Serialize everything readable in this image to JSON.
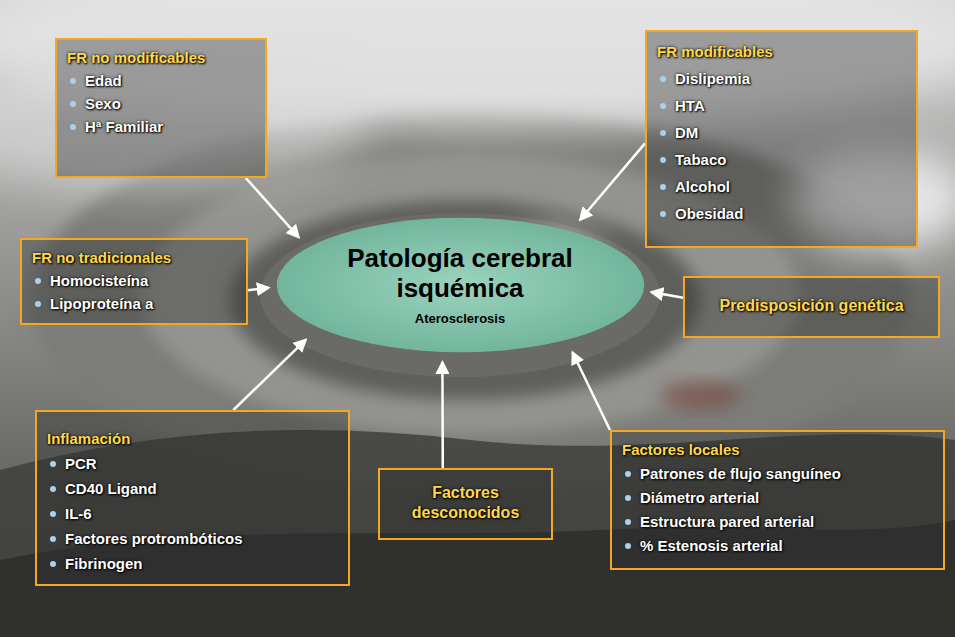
{
  "diagram": {
    "nodes": [
      {
        "text": [
          "FR no modificables",
          "Edad",
          "Sexo",
          "Hª Familiar"
        ]
      },
      {
        "text": [
          "FR modificables",
          "Dislipemia",
          "HTA",
          "DM",
          "Tabaco",
          "Alcohol",
          "Obesidad"
        ]
      },
      {
        "text": [
          "FR no tradicionales",
          "Homocisteína",
          "Lipoproteína a"
        ]
      },
      {
        "text": [
          "Patología cerebral isquémica",
          "Aterosclerosis"
        ]
      },
      {
        "text": [
          "Predisposición genética"
        ]
      },
      {
        "text": [
          "Inflamación",
          "PCR",
          "CD40 Ligand",
          "IL-6",
          "Factores protrombóticos",
          "Fibrinogen"
        ]
      },
      {
        "text": [
          "Factores desconocidos"
        ]
      },
      {
        "text": [
          "Factores locales",
          "Patrones de flujo sanguíneo",
          "Diámetro arterial",
          "Estructura pared arterial",
          "% Estenosis arterial"
        ]
      }
    ],
    "edges": [
      {
        "from": 0,
        "to": 3,
        "arrow": "to"
      },
      {
        "from": 1,
        "to": 3,
        "arrow": "to"
      },
      {
        "from": 2,
        "to": 3,
        "arrow": "to"
      },
      {
        "from": 4,
        "to": 3,
        "arrow": "to"
      },
      {
        "from": 5,
        "to": 3,
        "arrow": "to"
      },
      {
        "from": 6,
        "to": 3,
        "arrow": "to"
      },
      {
        "from": 7,
        "to": 3,
        "arrow": "to"
      }
    ]
  }
}
